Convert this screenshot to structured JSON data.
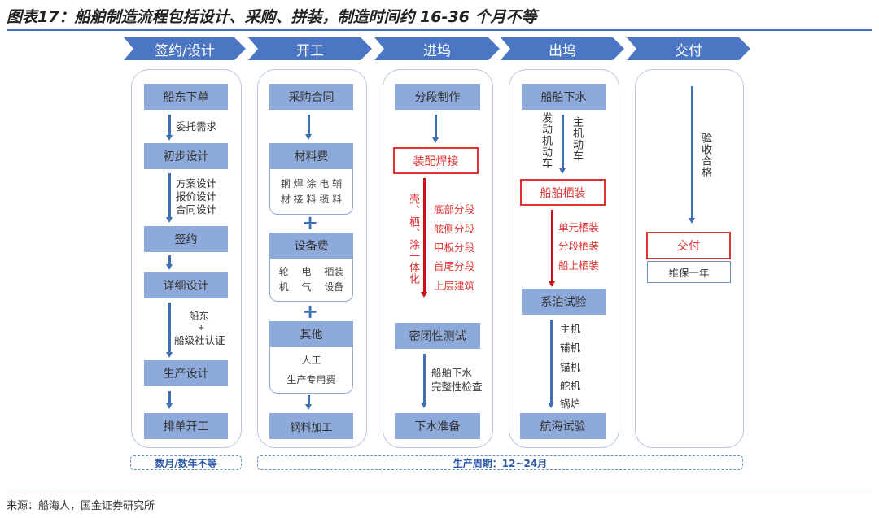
{
  "title": "图表17：船舶制造流程包括设计、采购、拼装，制造时间约 16-36 个月不等",
  "stages": [
    "签约/设计",
    "开工",
    "进坞",
    "出坞",
    "交付"
  ],
  "col1": {
    "b1": "船东下单",
    "l1": "委托需求",
    "b2": "初步设计",
    "l2": [
      "方案设计",
      "报价设计",
      "合同设计"
    ],
    "b3": "签约",
    "b4": "详细设计",
    "l4": [
      "船东",
      "+",
      "船级社认证"
    ],
    "b5": "生产设计",
    "b6": "排单开工"
  },
  "col2": {
    "b1": "采购合同",
    "b2": "材料费",
    "s2": [
      "钢 焊 涂 电 辅",
      "材 接 料 缆 料"
    ],
    "plus": "+",
    "b3": "设备费",
    "s3": [
      "轮　 电　 栖装",
      "机　 气　 设备"
    ],
    "b4": "其他",
    "s4": [
      "人工",
      "生产专用费"
    ],
    "b5": "钢料加工"
  },
  "col3": {
    "b1": "分段制作",
    "r1": "装配焊接",
    "vtext": "壳、栖、涂一体化",
    "l1": [
      "底部分段",
      "舷侧分段",
      "甲板分段",
      "首尾分段",
      "上层建筑"
    ],
    "b2": "密闭性测试",
    "l2": [
      "船舶下水",
      "完整性检查"
    ],
    "b3": "下水准备"
  },
  "col4": {
    "b1": "船舶下水",
    "vleft": "发动机动车",
    "vright": "主机动车",
    "r1": "船舶栖装",
    "l1": [
      "单元栖装",
      "分段栖装",
      "船上栖装"
    ],
    "b2": "系泊试验",
    "l2": [
      "主机",
      "辅机",
      "锚机",
      "舵机",
      "锅炉"
    ],
    "b3": "航海试验"
  },
  "col5": {
    "vtext": "验收合格",
    "r1": "交付",
    "b1": "维保一年"
  },
  "footer": {
    "design_period": "数月/数年不等",
    "production_period": "生产周期：12~24月"
  },
  "source": "来源：船海人，国金证券研究所",
  "colors": {
    "header": "#4a76c3",
    "box": "#8eaadb",
    "red": "#e03434",
    "arrow": "#3f6fb5"
  }
}
